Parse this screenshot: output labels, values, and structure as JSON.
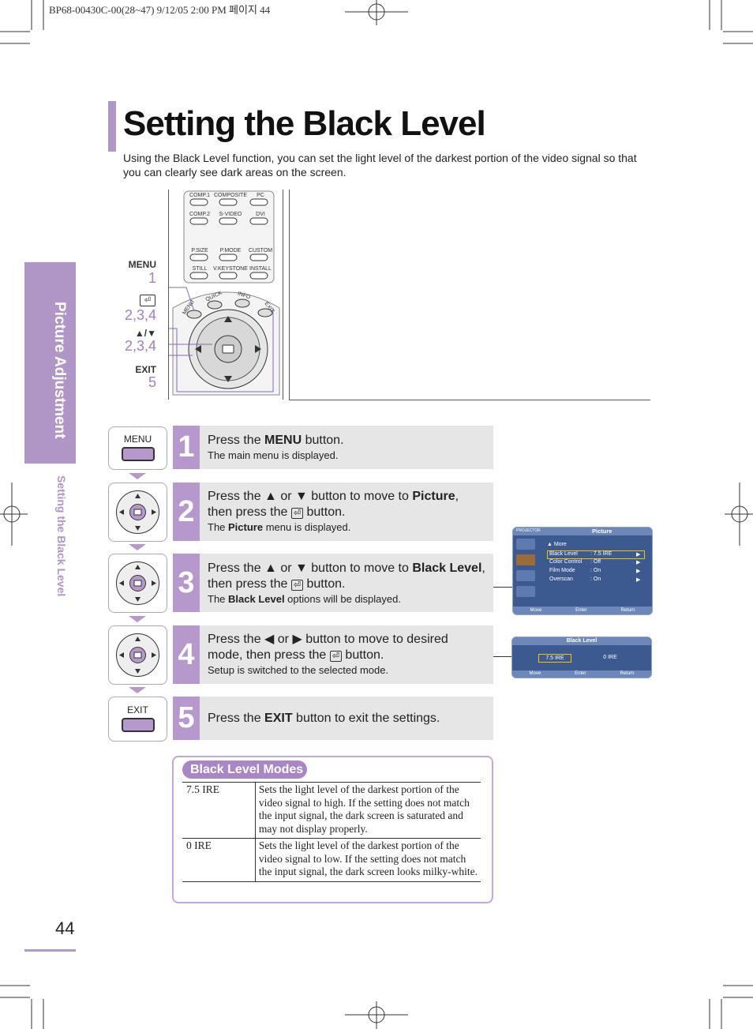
{
  "print_header": "BP68-00430C-00(28~47)  9/12/05  2:00 PM 페이지 44",
  "side_tab": {
    "section": "Picture Adjustment",
    "subsection": "Setting the Black Level"
  },
  "page_number": "44",
  "title": "Setting the Black Level",
  "intro": "Using the Black Level function, you can set the light level of the darkest portion of the video signal so that you can clearly see dark areas on the screen.",
  "remote": {
    "labels": [
      {
        "key": "MENU",
        "num": "1"
      },
      {
        "key": "enter-icon",
        "num": "2,3,4"
      },
      {
        "key": "▲/▼",
        "num": "2,3,4"
      },
      {
        "key": "EXIT",
        "num": "5"
      }
    ],
    "buttons": [
      "COMP.1",
      "COMPOSITE",
      "PC",
      "COMP.2",
      "S-VIDEO",
      "DVI",
      "P.SIZE",
      "P.MODE",
      "CUSTOM",
      "STILL",
      "V.KEYSTONE",
      "INSTALL",
      "MENU",
      "QUICK",
      "INFO",
      "EXIT"
    ]
  },
  "steps": [
    {
      "num": "1",
      "icon_label": "MENU",
      "main": [
        {
          "t": "Press the "
        },
        {
          "t": "MENU",
          "b": true
        },
        {
          "t": " button."
        }
      ],
      "sub": [
        {
          "t": "The main menu is displayed."
        }
      ]
    },
    {
      "num": "2",
      "main": [
        {
          "t": "Press the ▲ or ▼ button to move to "
        },
        {
          "t": "Picture",
          "b": true
        },
        {
          "t": ", then press the "
        },
        {
          "t": "⏎",
          "icon": true
        },
        {
          "t": " button."
        }
      ],
      "sub": [
        {
          "t": "The "
        },
        {
          "t": "Picture",
          "b": true
        },
        {
          "t": " menu is displayed."
        }
      ]
    },
    {
      "num": "3",
      "main": [
        {
          "t": "Press the ▲ or ▼ button to move to "
        },
        {
          "t": "Black Level",
          "b": true
        },
        {
          "t": ", then press the "
        },
        {
          "t": "⏎",
          "icon": true
        },
        {
          "t": " button."
        }
      ],
      "sub": [
        {
          "t": "The "
        },
        {
          "t": "Black Level",
          "b": true
        },
        {
          "t": " options will be displayed."
        }
      ]
    },
    {
      "num": "4",
      "main": [
        {
          "t": "Press the ◀ or ▶ button to move to desired mode, then press the "
        },
        {
          "t": "⏎",
          "icon": true
        },
        {
          "t": " button."
        }
      ],
      "sub": [
        {
          "t": "Setup is switched to the selected mode."
        }
      ]
    },
    {
      "num": "5",
      "icon_label": "EXIT",
      "main": [
        {
          "t": "Press the "
        },
        {
          "t": "EXIT",
          "b": true
        },
        {
          "t": " button to exit the settings."
        }
      ],
      "sub": []
    }
  ],
  "osd_picture": {
    "brand": "PROJECTOR",
    "title": "Picture",
    "rows": [
      {
        "label": "▲ More",
        "value": "",
        "arrow": ""
      },
      {
        "label": "Black Level",
        "value": ": 7.5 IRE",
        "arrow": "▶"
      },
      {
        "label": "Color Control",
        "value": ": Off",
        "arrow": "▶"
      },
      {
        "label": "Film Mode",
        "value": ": On",
        "arrow": "▶"
      },
      {
        "label": "Overscan",
        "value": ": On",
        "arrow": "▶"
      }
    ],
    "footer": {
      "move": "Move",
      "enter": "Enter",
      "return": "Return"
    }
  },
  "osd_black": {
    "title": "Black Level",
    "options": [
      "7.5 IRE",
      "0 IRE"
    ],
    "footer": {
      "move": "Move",
      "enter": "Enter",
      "return": "Return"
    }
  },
  "modes": {
    "title": "Black Level Modes",
    "rows": [
      {
        "mode": "7.5 IRE",
        "desc": "Sets the light level of the darkest portion of the video signal to high. If the setting does not match the input signal, the dark screen is saturated and may not display properly."
      },
      {
        "mode": "0 IRE",
        "desc": "Sets the light level of the darkest portion of the video signal to low. If the setting does not match the input signal, the dark screen looks milky-white."
      }
    ]
  },
  "colors": {
    "accent": "#b798cc",
    "step_bg": "#e6e6e6",
    "osd_bg": "#3c5a8f",
    "highlight": "#f5c400"
  }
}
